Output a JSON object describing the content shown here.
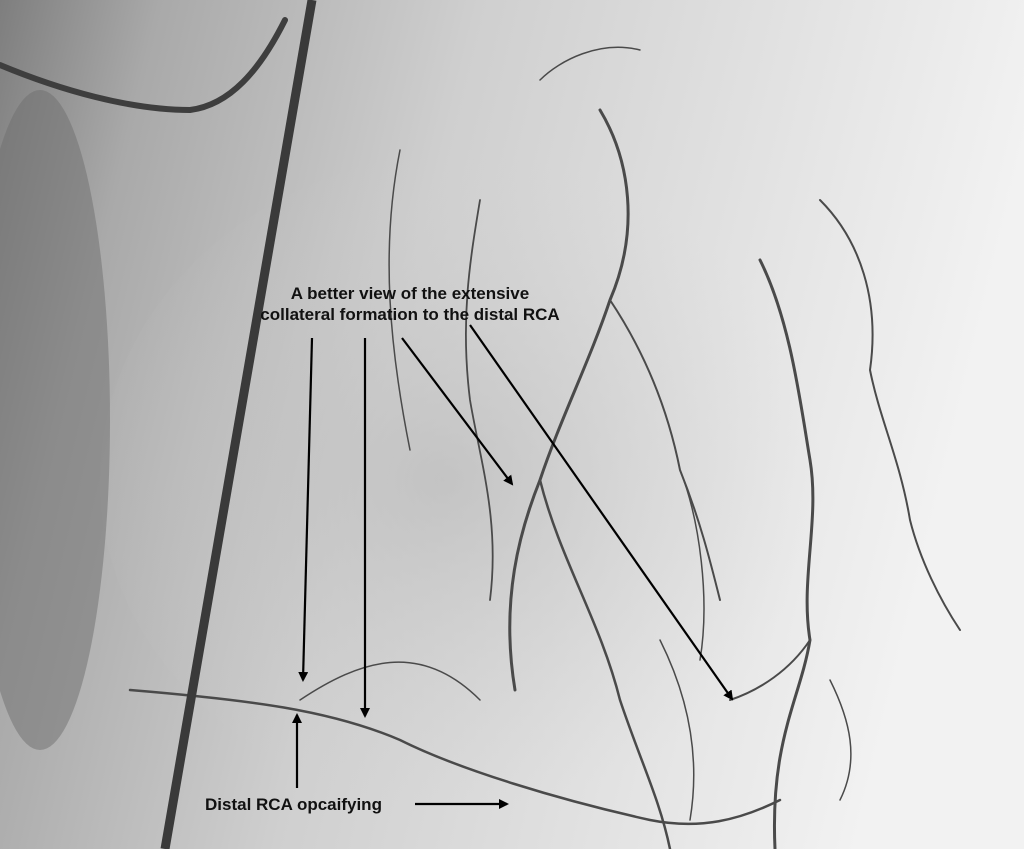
{
  "annotations": {
    "top_line1": "A better view of the extensive",
    "top_line2": "collateral formation to the distal RCA",
    "bottom": "Distal RCA opcaifying"
  },
  "colors": {
    "background_dark": "#7e7e7e",
    "background_light": "#f2f2f2",
    "vessel": "#4a4a4a",
    "catheter": "#3a3a3a",
    "arrow": "#000000"
  }
}
